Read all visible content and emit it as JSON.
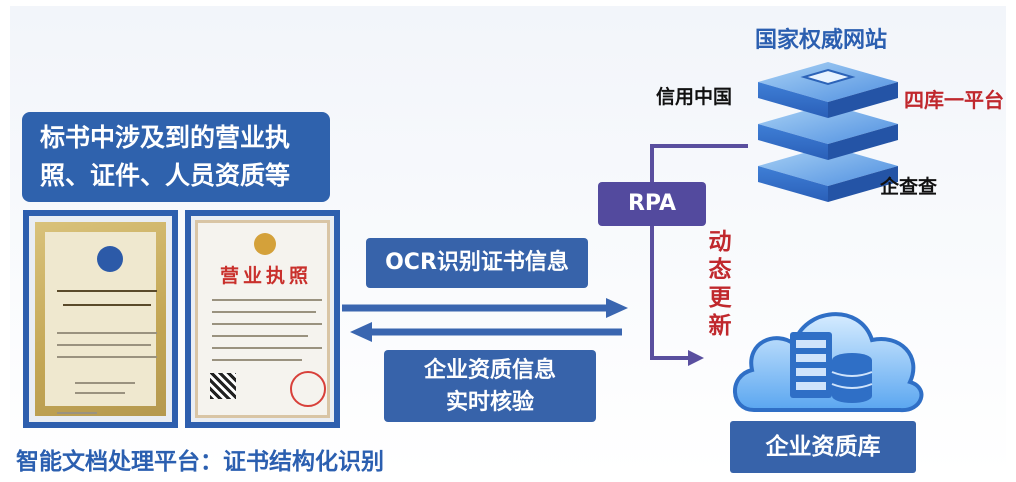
{
  "left_title": "标书中涉及到的营业执照、证件、人员资质等",
  "left_title_lines": [
    "标书中涉及到的营业执",
    "照、证件、人员资质等"
  ],
  "ocr_label": "OCR识别证书信息",
  "verify_label_lines": [
    "企业资质信息",
    "实时核验"
  ],
  "rpa_label": "RPA",
  "dynamic_update_chars": [
    "动",
    "态",
    "更",
    "新"
  ],
  "gov_site_title": "国家权威网站",
  "source_left": "信用中国",
  "source_right": "四库一平台",
  "source_bottom": "企查查",
  "database_label": "企业资质库",
  "platform_caption": "智能文档处理平台：证书结构化识别",
  "cert2_heading": "营业执照",
  "colors": {
    "primary_blue": "#2f62ad",
    "rpa_purple": "#534a9e",
    "accent_red": "#c0282d",
    "arrow_blue": "#3a66b0",
    "arrow_purple": "#5a4f9f"
  }
}
